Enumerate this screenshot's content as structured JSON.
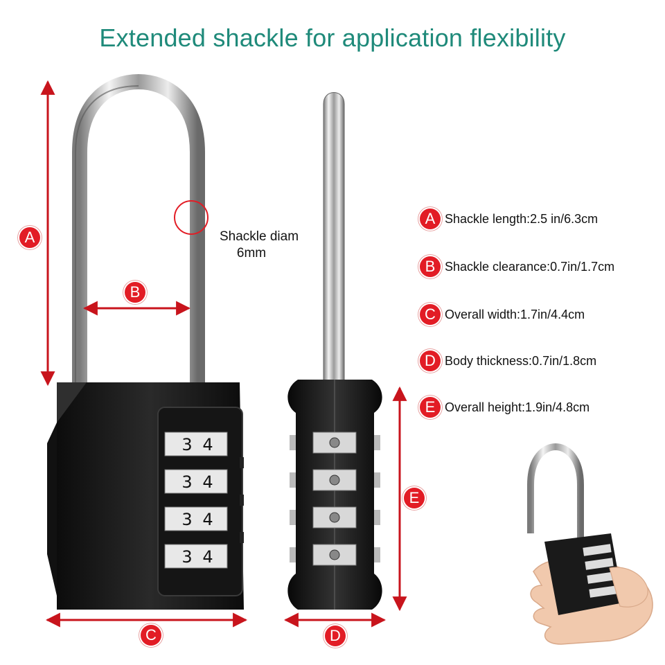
{
  "title": "Extended shackle for application flexibility",
  "callout": {
    "line1": "Shackle diam",
    "line2": "6mm"
  },
  "markers": {
    "a": "A",
    "b": "B",
    "c": "C",
    "d": "D",
    "e": "E"
  },
  "dial_digits": {
    "left": "3",
    "right": "4"
  },
  "specs": [
    {
      "letter": "A",
      "text": "Shackle length:2.5 in/6.3cm"
    },
    {
      "letter": "B",
      "text": "Shackle clearance:0.7in/1.7cm"
    },
    {
      "letter": "C",
      "text": "Overall width:1.7in/4.4cm"
    },
    {
      "letter": "D",
      "text": "Body thickness:0.7in/1.8cm"
    },
    {
      "letter": "E",
      "text": "Overall height:1.9in/4.8cm"
    }
  ],
  "colors": {
    "title": "#1f8a7a",
    "accent": "#e21c25",
    "body": "#1a1a1a",
    "dimension_line": "#c8141c"
  }
}
